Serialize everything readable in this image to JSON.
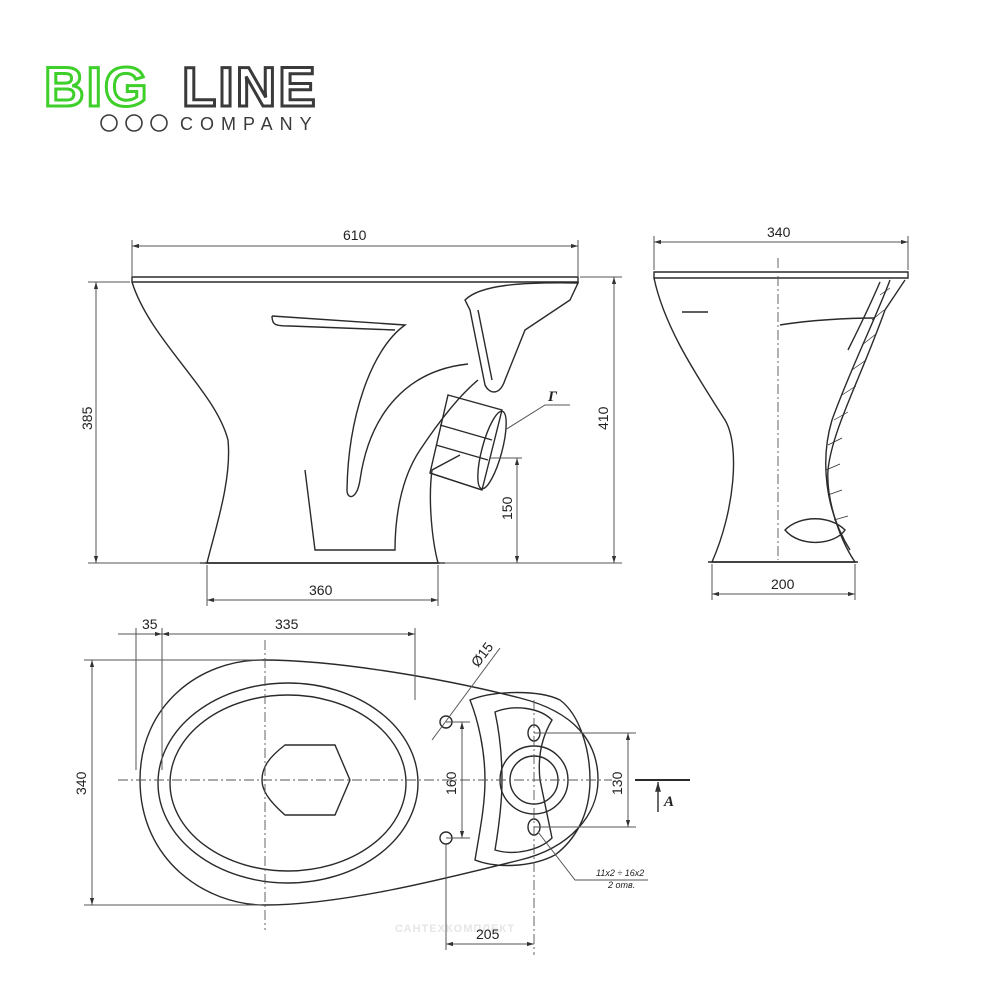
{
  "logo": {
    "word_big": "BIG",
    "word_line": "LINE",
    "subtitle": "COMPANY",
    "colors": {
      "big": "#3ecf2a",
      "line": "#3a3a3a",
      "subtitle": "#3a3a3a"
    }
  },
  "drawing": {
    "front_view": {
      "overall_width": "610",
      "height_rim": "385",
      "height_total": "410",
      "outlet_height": "150",
      "base_width": "360",
      "callout_label": "Г"
    },
    "side_view": {
      "width": "340",
      "base_width": "200"
    },
    "top_view": {
      "offset_small": "35",
      "rim_to_hole": "335",
      "hole_diameter": "Ø15",
      "width": "340",
      "hole_spacing": "160",
      "outlet_width": "130",
      "section_label": "A",
      "slot_note_line1": "11x2 ÷ 16x2",
      "slot_note_line2": "2 отв.",
      "outlet_offset": "205"
    },
    "watermark": "САНТЕХКОМПЛЕКТ"
  },
  "colors": {
    "line": "#2a2a2a",
    "dim_line": "#555555"
  }
}
